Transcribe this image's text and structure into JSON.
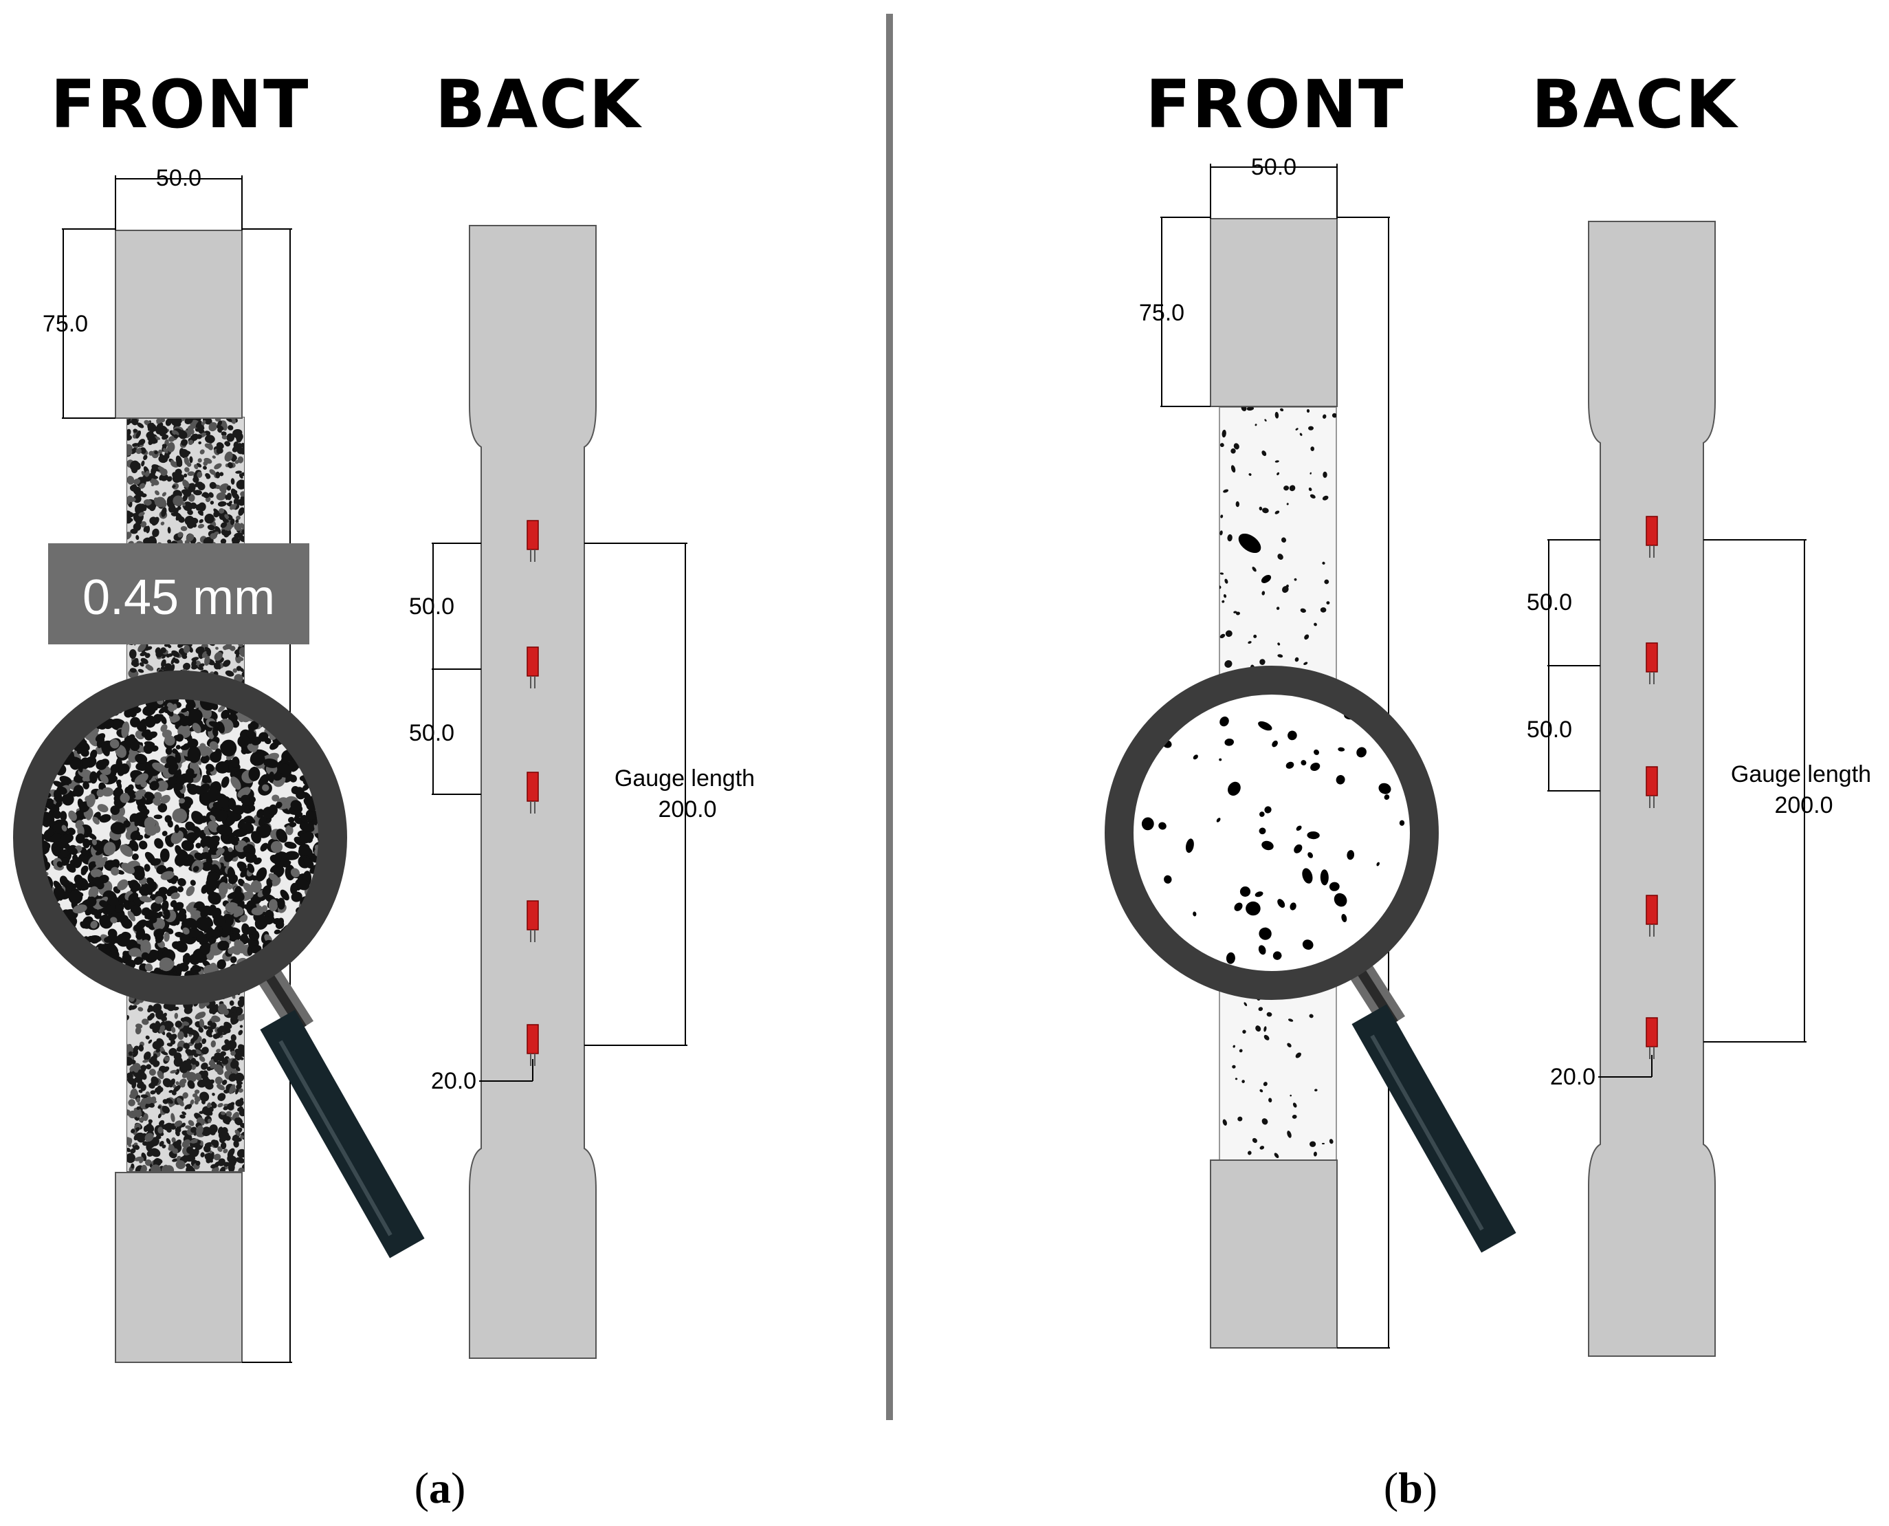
{
  "colors": {
    "specimen_fill": "#c8c8c8",
    "specimen_stroke": "#555555",
    "gauge_red": "#d21e1e",
    "divider": "#7a7a7a",
    "lens_ring": "#3c3c3c",
    "handle": "#16252b",
    "thickness_box": "#6e6e6e"
  },
  "panel_a": {
    "front_heading": "FRONT",
    "back_heading": "BACK",
    "tab_width": "50.0",
    "tab_length": "75.0",
    "speckle_thickness": "0.45 mm",
    "gauge_spacing_1": "50.0",
    "gauge_spacing_2": "50.0",
    "gauge_length_label": "Gauge length",
    "gauge_length_value": "200.0",
    "gauge_offset": "20.0",
    "caption_open": "(",
    "caption_letter": "a",
    "caption_close": ")",
    "pattern": "dense-speckle"
  },
  "panel_b": {
    "front_heading": "FRONT",
    "back_heading": "BACK",
    "tab_width": "50.0",
    "tab_length": "75.0",
    "gauge_spacing_1": "50.0",
    "gauge_spacing_2": "50.0",
    "gauge_length_label": "Gauge length",
    "gauge_length_value": "200.0",
    "gauge_offset": "20.0",
    "caption_open": "(",
    "caption_letter": "b",
    "caption_close": ")",
    "pattern": "sparse-speckle"
  },
  "icons": {
    "magnifier": "magnifying-glass-icon",
    "strain_gauge": "strain-gauge-icon"
  }
}
